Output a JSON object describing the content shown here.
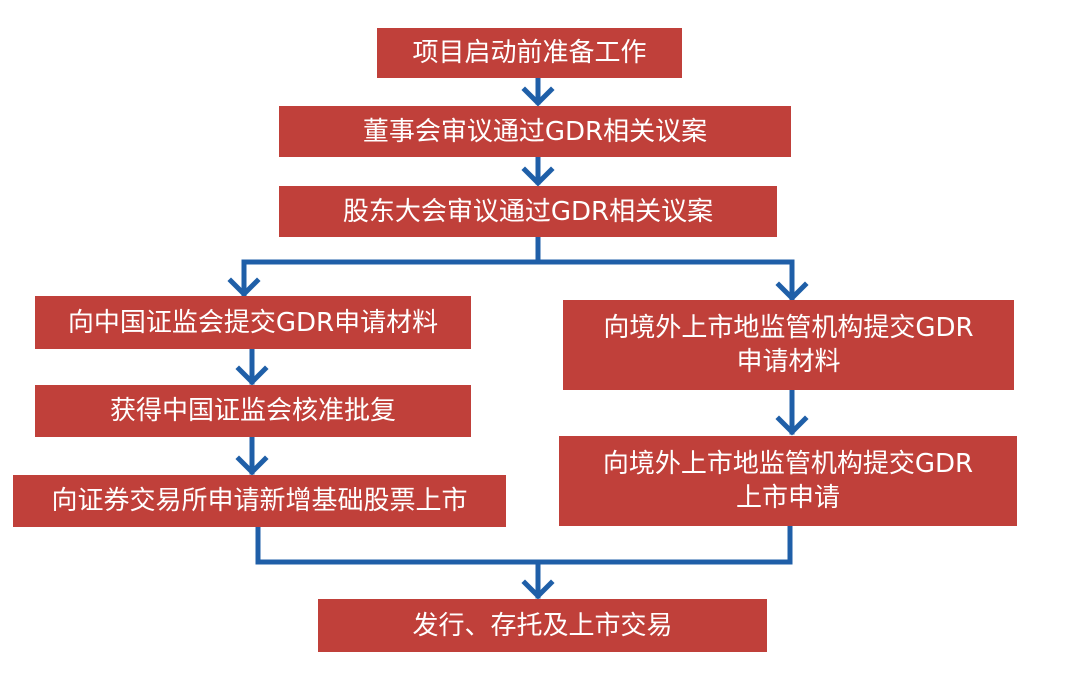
{
  "nodes": {
    "prep": "项目启动前准备工作",
    "board": "董事会审议通过GDR相关议案",
    "shareholders": "股东大会审议通过GDR相关议案",
    "csrc_submit": "向中国证监会提交GDR申请材料",
    "csrc_approval": "获得中国证监会核准批复",
    "exchange_apply": "向证券交易所申请新增基础股票上市",
    "overseas_submit": "向境外上市地监管机构提交GDR申请材料",
    "overseas_listing": "向境外上市地监管机构提交GDR上市申请",
    "issue": "发行、存托及上市交易"
  },
  "colors": {
    "box_fill": "#c0403a",
    "box_text": "#ffffff",
    "connector": "#1f5fa8"
  }
}
